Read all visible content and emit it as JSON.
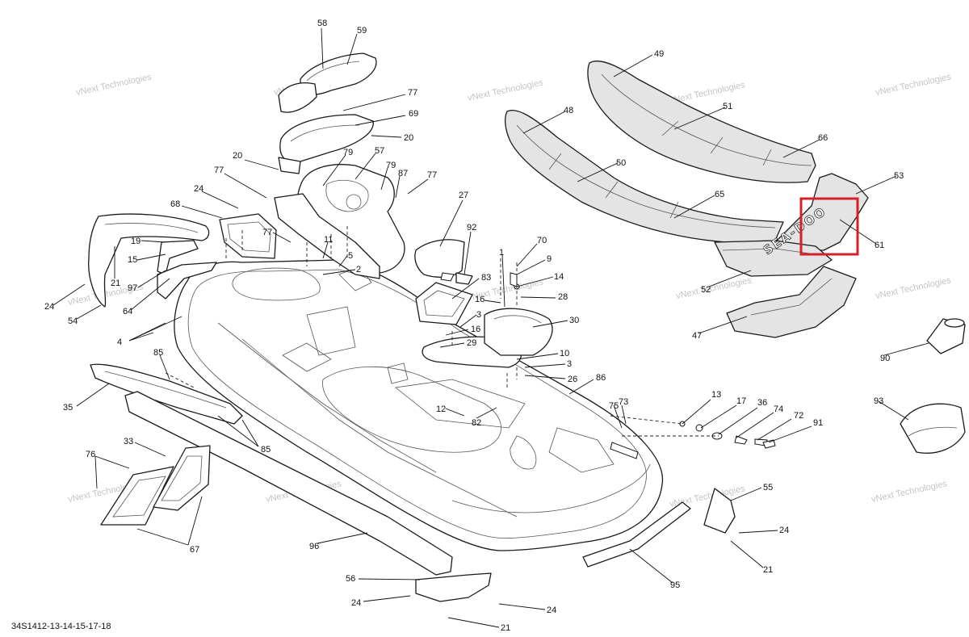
{
  "diagram": {
    "reference_code": "34S1412-13-14-15-17-18",
    "watermark_text": "vNext Technologies",
    "logo_text": "SEA-DOO",
    "highlight_color": "#d32029"
  },
  "callouts": [
    {
      "id": "58",
      "text": "58"
    },
    {
      "id": "59",
      "text": "59"
    },
    {
      "id": "77a",
      "text": "77"
    },
    {
      "id": "69",
      "text": "69"
    },
    {
      "id": "20a",
      "text": "20"
    },
    {
      "id": "20b",
      "text": "20"
    },
    {
      "id": "79a",
      "text": "79"
    },
    {
      "id": "57",
      "text": "57"
    },
    {
      "id": "79b",
      "text": "79"
    },
    {
      "id": "87",
      "text": "87"
    },
    {
      "id": "77b",
      "text": "77"
    },
    {
      "id": "77c",
      "text": "77"
    },
    {
      "id": "24a",
      "text": "24"
    },
    {
      "id": "68",
      "text": "68"
    },
    {
      "id": "19",
      "text": "19"
    },
    {
      "id": "15",
      "text": "15"
    },
    {
      "id": "97",
      "text": "97"
    },
    {
      "id": "21a",
      "text": "21"
    },
    {
      "id": "64",
      "text": "64"
    },
    {
      "id": "24b",
      "text": "24"
    },
    {
      "id": "54",
      "text": "54"
    },
    {
      "id": "77d",
      "text": "77"
    },
    {
      "id": "11",
      "text": "11"
    },
    {
      "id": "5",
      "text": "5"
    },
    {
      "id": "2",
      "text": "2"
    },
    {
      "id": "27",
      "text": "27"
    },
    {
      "id": "92",
      "text": "92"
    },
    {
      "id": "70",
      "text": "70"
    },
    {
      "id": "9",
      "text": "9"
    },
    {
      "id": "1",
      "text": "1"
    },
    {
      "id": "83",
      "text": "83"
    },
    {
      "id": "14",
      "text": "14"
    },
    {
      "id": "16a",
      "text": "16"
    },
    {
      "id": "28",
      "text": "28"
    },
    {
      "id": "3a",
      "text": "3"
    },
    {
      "id": "16b",
      "text": "16"
    },
    {
      "id": "30",
      "text": "30"
    },
    {
      "id": "29",
      "text": "29"
    },
    {
      "id": "10",
      "text": "10"
    },
    {
      "id": "3b",
      "text": "3"
    },
    {
      "id": "26",
      "text": "26"
    },
    {
      "id": "4",
      "text": "4"
    },
    {
      "id": "85a",
      "text": "85"
    },
    {
      "id": "35",
      "text": "35"
    },
    {
      "id": "85b",
      "text": "85"
    },
    {
      "id": "86",
      "text": "86"
    },
    {
      "id": "12",
      "text": "12"
    },
    {
      "id": "82",
      "text": "82"
    },
    {
      "id": "75",
      "text": "75"
    },
    {
      "id": "73",
      "text": "73"
    },
    {
      "id": "13",
      "text": "13"
    },
    {
      "id": "17",
      "text": "17"
    },
    {
      "id": "36",
      "text": "36"
    },
    {
      "id": "74",
      "text": "74"
    },
    {
      "id": "72",
      "text": "72"
    },
    {
      "id": "91",
      "text": "91"
    },
    {
      "id": "33",
      "text": "33"
    },
    {
      "id": "76",
      "text": "76"
    },
    {
      "id": "67",
      "text": "67"
    },
    {
      "id": "96",
      "text": "96"
    },
    {
      "id": "56",
      "text": "56"
    },
    {
      "id": "24c",
      "text": "24"
    },
    {
      "id": "24d",
      "text": "24"
    },
    {
      "id": "21b",
      "text": "21"
    },
    {
      "id": "55",
      "text": "55"
    },
    {
      "id": "24e",
      "text": "24"
    },
    {
      "id": "21c",
      "text": "21"
    },
    {
      "id": "95",
      "text": "95"
    },
    {
      "id": "49",
      "text": "49"
    },
    {
      "id": "51",
      "text": "51"
    },
    {
      "id": "48",
      "text": "48"
    },
    {
      "id": "66",
      "text": "66"
    },
    {
      "id": "50",
      "text": "50"
    },
    {
      "id": "65",
      "text": "65"
    },
    {
      "id": "53",
      "text": "53"
    },
    {
      "id": "61",
      "text": "61"
    },
    {
      "id": "52",
      "text": "52"
    },
    {
      "id": "47",
      "text": "47"
    },
    {
      "id": "90",
      "text": "90"
    },
    {
      "id": "93",
      "text": "93"
    }
  ]
}
